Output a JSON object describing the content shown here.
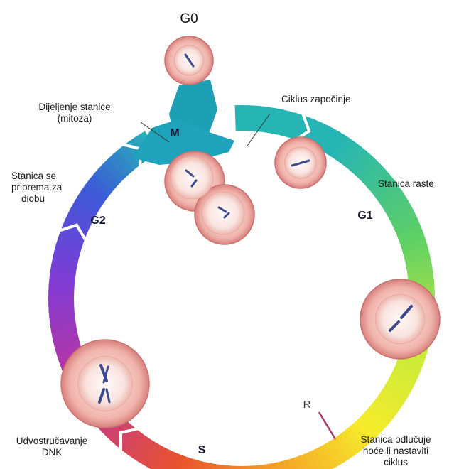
{
  "title": "G0",
  "phases": {
    "m": "M",
    "g1": "G1",
    "s": "S",
    "g2": "G2",
    "r": "R"
  },
  "labels": {
    "mitosis_line1": "Dijeljenje stanice",
    "mitosis_line2": "(mitoza)",
    "cycle_start": "Ciklus započinje",
    "cell_grows": "Stanica raste",
    "prepares_line1": "Stanica se",
    "prepares_line2": "priprema za",
    "prepares_line3": "diobu",
    "dna_line1": "Udvostručavanje",
    "dna_line2": "DNK",
    "decides_line1": "Stanica odlučuje",
    "decides_line2": "hoće li nastaviti",
    "decides_line3": "ciklus"
  },
  "colors": {
    "g0_top": "#1aa6b0",
    "m_teal": "#25b5b5",
    "g1_green": "#5fd065",
    "g1_yellowgreen": "#c8ea3a",
    "r_yellow": "#f6ec2a",
    "s_orange": "#f59a28",
    "s_red": "#e8532e",
    "g2_magenta": "#c0359a",
    "g2_violet": "#7f3cd6",
    "g2_blue": "#3c5ad8",
    "cell_fill": "#f3c1bb",
    "cell_edge": "#c9726f",
    "chromosome": "#3b4a8c",
    "restriction_line": "#b0386c"
  }
}
